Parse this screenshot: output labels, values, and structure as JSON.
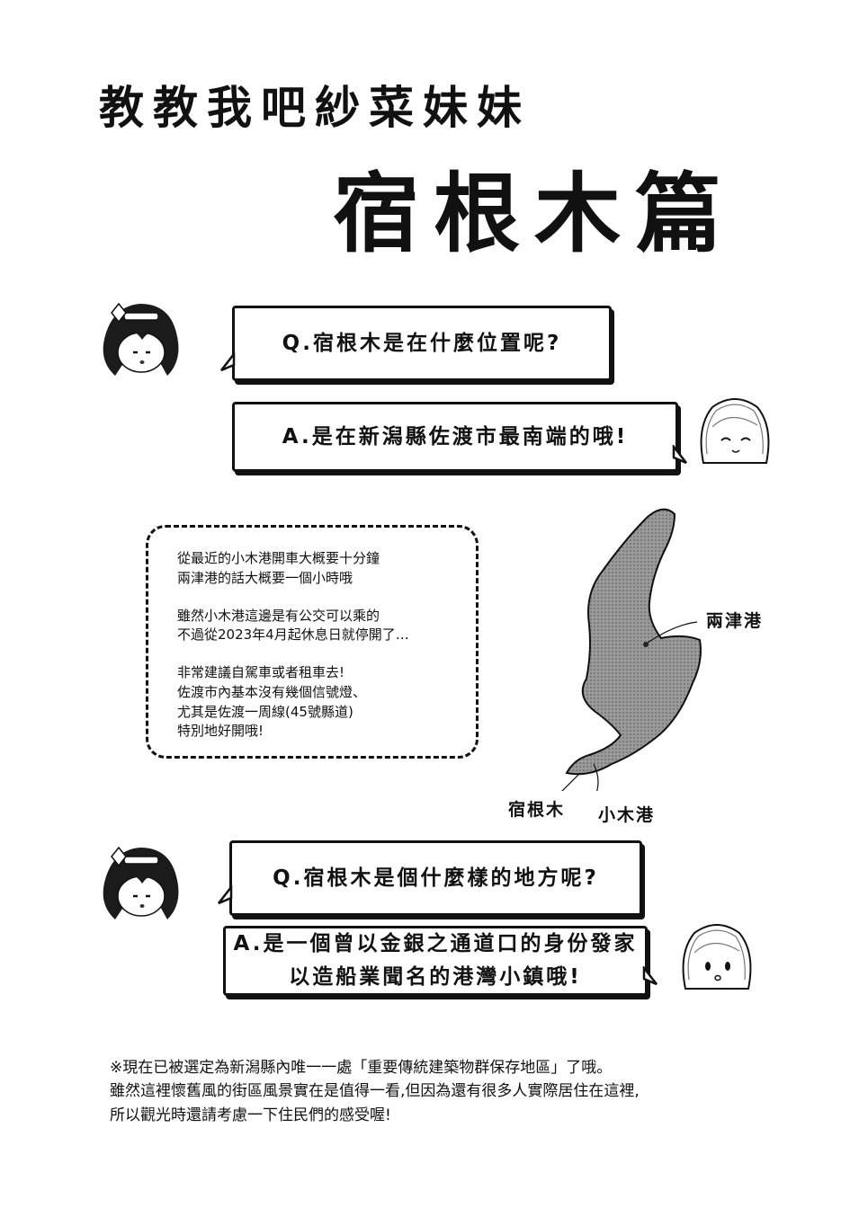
{
  "header": {
    "series_title": "教教我吧紗菜妹妹",
    "chapter_title": "宿根木篇"
  },
  "dialogue": [
    {
      "speaker": "dark-haired-girl",
      "text": "Q.宿根木是在什麼位置呢?"
    },
    {
      "speaker": "light-haired-girl",
      "text": "A.是在新潟縣佐渡市最南端的哦!"
    },
    {
      "speaker": "dark-haired-girl",
      "text": "Q.宿根木是個什麼樣的地方呢?"
    },
    {
      "speaker": "light-haired-girl",
      "lines": [
        "A.是一個曾以金銀之通道口的身份發家",
        "以造船業聞名的港灣小鎮哦!"
      ]
    }
  ],
  "note": {
    "paragraphs": [
      "從最近的小木港開車大概要十分鐘\n兩津港的話大概要一個小時哦",
      "雖然小木港這邊是有公交可以乘的\n不過從2023年4月起休息日就停開了…",
      "非常建議自駕車或者租車去!\n佐渡市內基本沒有幾個信號燈、\n尤其是佐渡一周線(45號縣道)\n特別地好開哦!"
    ]
  },
  "map": {
    "labels": {
      "ryotsu": "兩津港",
      "shukunegi": "宿根木",
      "ogi": "小木港"
    }
  },
  "footnote": {
    "lines": [
      "※現在已被選定為新潟縣內唯一一處「重要傳統建築物群保存地區」了哦。",
      "雖然這裡懷舊風的街區風景實在是值得一看,但因為還有很多人實際居住在這裡,",
      "所以觀光時還請考慮一下住民們的感受喔!"
    ]
  }
}
